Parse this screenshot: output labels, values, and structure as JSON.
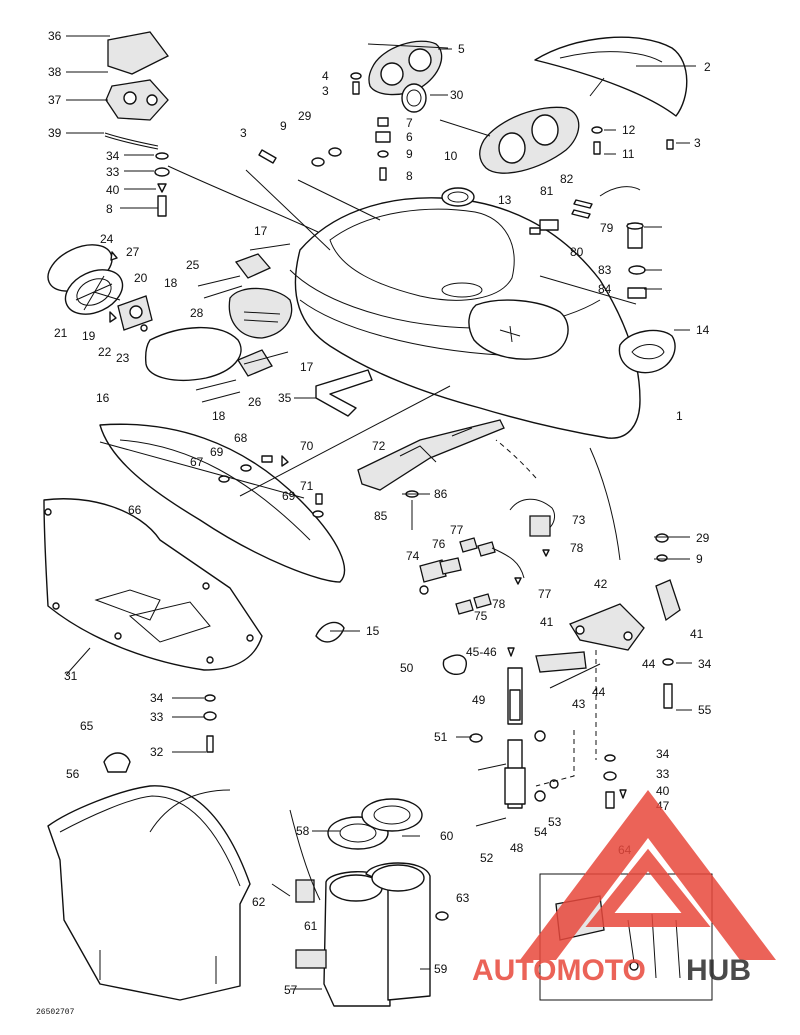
{
  "drawing_code": "26502707",
  "callouts": [
    {
      "id": "c36",
      "text": "36"
    },
    {
      "id": "c38",
      "text": "38"
    },
    {
      "id": "c37",
      "text": "37"
    },
    {
      "id": "c39",
      "text": "39"
    },
    {
      "id": "c34a",
      "text": "34"
    },
    {
      "id": "c33a",
      "text": "33"
    },
    {
      "id": "c40a",
      "text": "40"
    },
    {
      "id": "c8a",
      "text": "8"
    },
    {
      "id": "c4",
      "text": "4"
    },
    {
      "id": "c3a",
      "text": "3"
    },
    {
      "id": "c5",
      "text": "5"
    },
    {
      "id": "c30",
      "text": "30"
    },
    {
      "id": "c7",
      "text": "7"
    },
    {
      "id": "c6",
      "text": "6"
    },
    {
      "id": "c9a",
      "text": "9"
    },
    {
      "id": "c8b",
      "text": "8"
    },
    {
      "id": "c10",
      "text": "10"
    },
    {
      "id": "c2",
      "text": "2"
    },
    {
      "id": "c12",
      "text": "12"
    },
    {
      "id": "c11",
      "text": "11"
    },
    {
      "id": "c3b",
      "text": "3"
    },
    {
      "id": "c3c",
      "text": "3"
    },
    {
      "id": "c9b",
      "text": "9"
    },
    {
      "id": "c29a",
      "text": "29"
    },
    {
      "id": "c13",
      "text": "13"
    },
    {
      "id": "c82",
      "text": "82"
    },
    {
      "id": "c81",
      "text": "81"
    },
    {
      "id": "c79",
      "text": "79"
    },
    {
      "id": "c80",
      "text": "80"
    },
    {
      "id": "c83",
      "text": "83"
    },
    {
      "id": "c84",
      "text": "84"
    },
    {
      "id": "c24",
      "text": "24"
    },
    {
      "id": "c27",
      "text": "27"
    },
    {
      "id": "c20",
      "text": "20"
    },
    {
      "id": "c21",
      "text": "21"
    },
    {
      "id": "c19",
      "text": "19"
    },
    {
      "id": "c22",
      "text": "22"
    },
    {
      "id": "c23",
      "text": "23"
    },
    {
      "id": "c17a",
      "text": "17"
    },
    {
      "id": "c25",
      "text": "25"
    },
    {
      "id": "c18a",
      "text": "18"
    },
    {
      "id": "c28",
      "text": "28"
    },
    {
      "id": "c17b",
      "text": "17"
    },
    {
      "id": "c16",
      "text": "16"
    },
    {
      "id": "c26",
      "text": "26"
    },
    {
      "id": "c18b",
      "text": "18"
    },
    {
      "id": "c35",
      "text": "35"
    },
    {
      "id": "c14",
      "text": "14"
    },
    {
      "id": "c1",
      "text": "1"
    },
    {
      "id": "c72",
      "text": "72"
    },
    {
      "id": "c86",
      "text": "86"
    },
    {
      "id": "c85",
      "text": "85"
    },
    {
      "id": "c68",
      "text": "68"
    },
    {
      "id": "c69a",
      "text": "69"
    },
    {
      "id": "c70",
      "text": "70"
    },
    {
      "id": "c67",
      "text": "67"
    },
    {
      "id": "c71",
      "text": "71"
    },
    {
      "id": "c69b",
      "text": "69"
    },
    {
      "id": "c66",
      "text": "66"
    },
    {
      "id": "c73",
      "text": "73"
    },
    {
      "id": "c77a",
      "text": "77"
    },
    {
      "id": "c76",
      "text": "76"
    },
    {
      "id": "c78a",
      "text": "78"
    },
    {
      "id": "c74",
      "text": "74"
    },
    {
      "id": "c77b",
      "text": "77"
    },
    {
      "id": "c78b",
      "text": "78"
    },
    {
      "id": "c75",
      "text": "75"
    },
    {
      "id": "c41a",
      "text": "41"
    },
    {
      "id": "c42",
      "text": "42"
    },
    {
      "id": "c29b",
      "text": "29"
    },
    {
      "id": "c9c",
      "text": "9"
    },
    {
      "id": "c41b",
      "text": "41"
    },
    {
      "id": "c15",
      "text": "15"
    },
    {
      "id": "c31",
      "text": "31"
    },
    {
      "id": "c50",
      "text": "50"
    },
    {
      "id": "c4546",
      "text": "45-46"
    },
    {
      "id": "c44a",
      "text": "44"
    },
    {
      "id": "c34b",
      "text": "34"
    },
    {
      "id": "c44b",
      "text": "44"
    },
    {
      "id": "c49",
      "text": "49"
    },
    {
      "id": "c43",
      "text": "43"
    },
    {
      "id": "c55",
      "text": "55"
    },
    {
      "id": "c34c",
      "text": "34"
    },
    {
      "id": "c33b",
      "text": "33"
    },
    {
      "id": "c32",
      "text": "32"
    },
    {
      "id": "c65",
      "text": "65"
    },
    {
      "id": "c51",
      "text": "51"
    },
    {
      "id": "c56",
      "text": "56"
    },
    {
      "id": "c34d",
      "text": "34"
    },
    {
      "id": "c33c",
      "text": "33"
    },
    {
      "id": "c40b",
      "text": "40"
    },
    {
      "id": "c47",
      "text": "47"
    },
    {
      "id": "c53",
      "text": "53"
    },
    {
      "id": "c54",
      "text": "54"
    },
    {
      "id": "c58",
      "text": "58"
    },
    {
      "id": "c60",
      "text": "60"
    },
    {
      "id": "c52",
      "text": "52"
    },
    {
      "id": "c48",
      "text": "48"
    },
    {
      "id": "c64",
      "text": "64"
    },
    {
      "id": "c62",
      "text": "62"
    },
    {
      "id": "c63",
      "text": "63"
    },
    {
      "id": "c61",
      "text": "61"
    },
    {
      "id": "c59",
      "text": "59"
    },
    {
      "id": "c57",
      "text": "57"
    }
  ],
  "watermark": {
    "text_red": "AUTOMOTO",
    "text_dark": "HUB",
    "red": "#e8483c",
    "dark": "#2b2b2b"
  },
  "colors": {
    "line": "#111111",
    "background": "#ffffff"
  }
}
